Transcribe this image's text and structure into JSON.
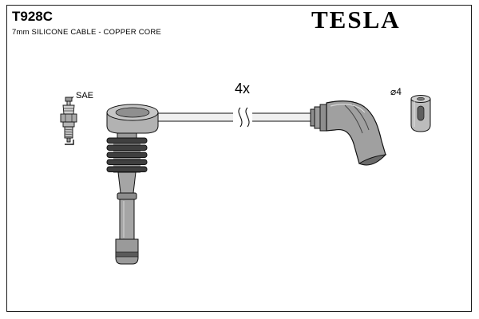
{
  "header": {
    "part_number": "T928C",
    "description": "7mm SILICONE CABLE - COPPER CORE",
    "brand": "TESLA"
  },
  "diagram": {
    "spark_plug_label": "SAE",
    "quantity_label": "4x",
    "terminal_diameter_label": "⌀4"
  },
  "colors": {
    "outline": "#1a1a1a",
    "part_gray": "#a0a0a0",
    "rib_dark": "#3f3f3f",
    "background": "#ffffff"
  }
}
